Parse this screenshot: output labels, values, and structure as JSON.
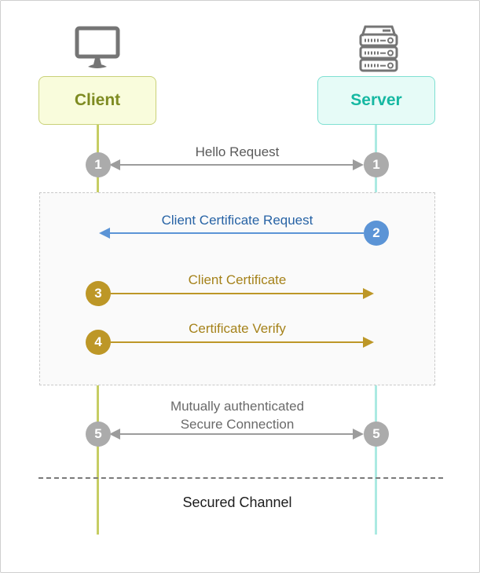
{
  "actors": [
    {
      "id": "client",
      "label": "Client",
      "icon": "monitor-icon",
      "box_fill": "#f9fcdc",
      "box_border": "#c9d178",
      "text_color": "#7e8b21",
      "lifeline_color": "#c6cd63"
    },
    {
      "id": "server",
      "label": "Server",
      "icon": "server-rack-icon",
      "box_fill": "#e6fbf7",
      "box_border": "#7fe0d2",
      "text_color": "#16b8a2",
      "lifeline_color": "#aceae2"
    }
  ],
  "messages": [
    {
      "step": "1",
      "label": "Hello Request",
      "direction": "bidirectional",
      "arrow_color": "#9c9c9c",
      "label_color": "#5a5a5a",
      "circle_color": "#ababab"
    },
    {
      "step": "2",
      "label": "Client Certificate Request",
      "direction": "server-to-client",
      "arrow_color": "#5b94d6",
      "label_color": "#2763a5",
      "circle_color": "#5b94d6"
    },
    {
      "step": "3",
      "label": "Client Certificate",
      "direction": "client-to-server",
      "arrow_color": "#bd9727",
      "label_color": "#a5821a",
      "circle_color": "#bd9727"
    },
    {
      "step": "4",
      "label": "Certificate Verify",
      "direction": "client-to-server",
      "arrow_color": "#bd9727",
      "label_color": "#a5821a",
      "circle_color": "#bd9727"
    },
    {
      "step": "5",
      "label_line1": "Mutually authenticated",
      "label_line2": "Secure Connection",
      "direction": "bidirectional",
      "arrow_color": "#9c9c9c",
      "label_color": "#6a6a6a",
      "circle_color": "#ababab"
    }
  ],
  "footer": {
    "label": "Secured Channel"
  }
}
